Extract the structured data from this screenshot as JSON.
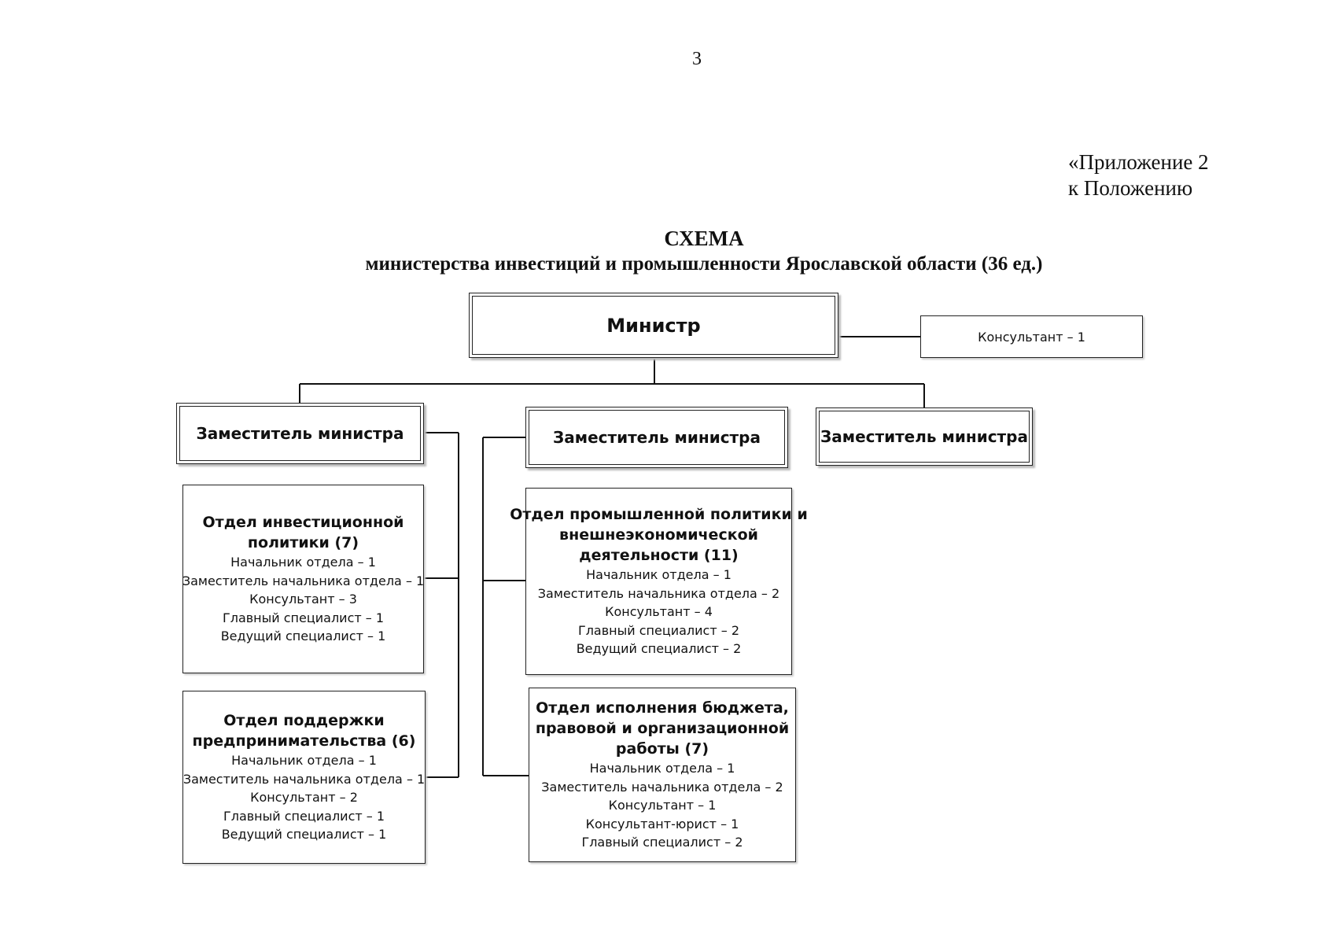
{
  "page_number": "3",
  "appendix": {
    "line1": "«Приложение 2",
    "line2": "к Положению"
  },
  "title": {
    "main": "СХЕМА",
    "sub": "министерства инвестиций и промышленности Ярославской области (36 ед.)"
  },
  "minister": {
    "label": "Министр"
  },
  "consultant": {
    "label": "Консультант – 1"
  },
  "deputies": [
    {
      "label": "Заместитель министра"
    },
    {
      "label": "Заместитель министра"
    },
    {
      "label": "Заместитель министра"
    }
  ],
  "departments": [
    {
      "title_lines": [
        "Отдел инвестиционной",
        "политики (7)"
      ],
      "staff": [
        "Начальник отдела – 1",
        "Заместитель начальника отдела – 1",
        "Консультант – 3",
        "Главный специалист – 1",
        "Ведущий специалист – 1"
      ]
    },
    {
      "title_lines": [
        "Отдел поддержки",
        "предпринимательства (6)"
      ],
      "staff": [
        "Начальник отдела – 1",
        "Заместитель начальника отдела – 1",
        "Консультант – 2",
        "Главный специалист – 1",
        "Ведущий специалист – 1"
      ]
    },
    {
      "title_lines": [
        "Отдел промышленной  политики и",
        "внешнеэкономической",
        "деятельности (11)"
      ],
      "staff": [
        "Начальник отдела – 1",
        "Заместитель начальника отдела – 2",
        "Консультант – 4",
        "Главный специалист – 2",
        "Ведущий специалист – 2"
      ]
    },
    {
      "title_lines": [
        "Отдел исполнения бюджета,",
        "правовой и организационной",
        "работы  (7)"
      ],
      "staff": [
        "Начальник отдела – 1",
        "Заместитель начальника отдела – 2",
        "Консультант – 1",
        "Консультант-юрист – 1",
        "Главный специалист – 2"
      ]
    }
  ]
}
